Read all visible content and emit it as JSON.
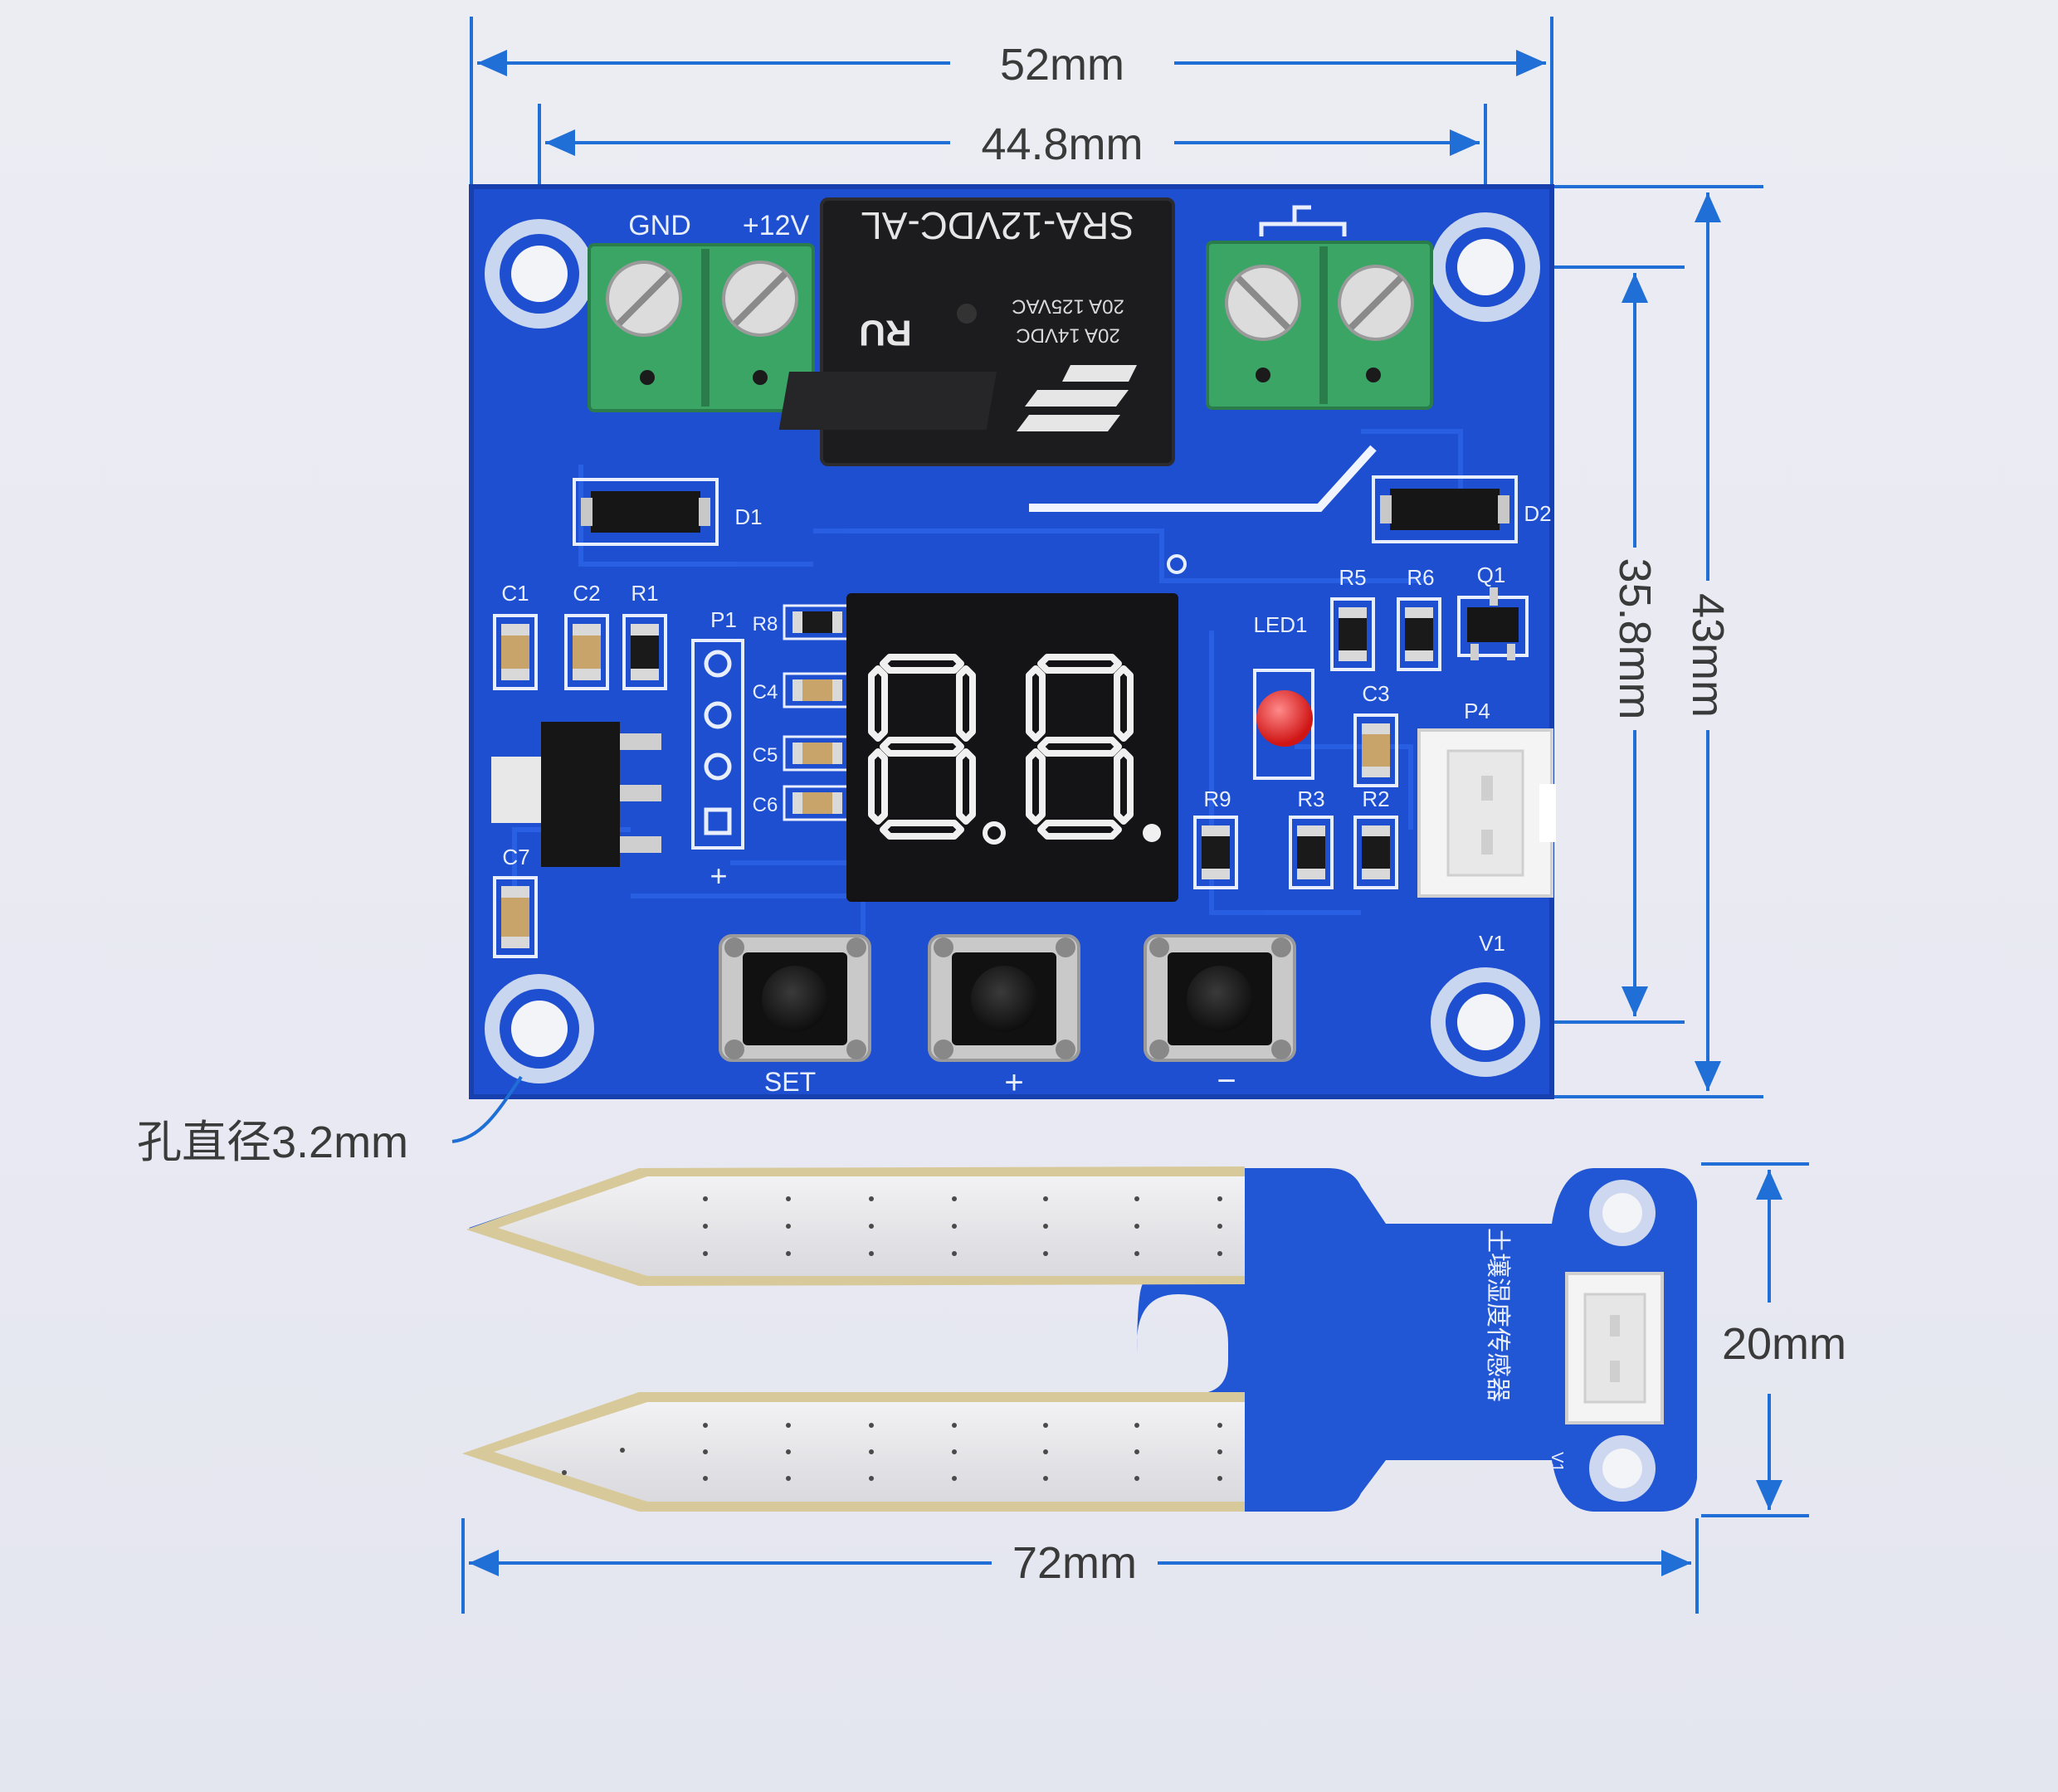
{
  "colors": {
    "background": "#e9eaf2",
    "dimension_line": "#1f6fd6",
    "pcb": "#1e4fd0",
    "pcb_dark": "#173fae",
    "terminal": "#3aa565",
    "relay": "#1c1c1e",
    "display_segment": "#f0f0f0",
    "led": "#e82222",
    "probe_pad": "#e8e8ea",
    "probe_edge": "#d8c99a"
  },
  "dimensions": {
    "board_width": "52mm",
    "hole_spacing_x": "44.8mm",
    "board_height": "43mm",
    "hole_spacing_y": "35.8mm",
    "hole_diameter": "孔直径3.2mm",
    "probe_length": "72mm",
    "probe_width": "20mm"
  },
  "board": {
    "terminal_left_labels": [
      "GND",
      "+12V"
    ],
    "relay_model": "SRA-12VDC-AL",
    "relay_rating_1": "20A 14VDC",
    "relay_rating_2": "20A 125VAC",
    "relay_logo": "RU",
    "diode_labels": [
      "D1",
      "D2"
    ],
    "component_labels": [
      "C1",
      "C2",
      "R1",
      "P1",
      "R8",
      "C4",
      "C5",
      "C6",
      "C7",
      "R5",
      "R6",
      "Q1",
      "LED1",
      "C3",
      "P4",
      "R9",
      "R3",
      "R2",
      "V1"
    ],
    "header_plus": "+",
    "display_value": "8.8.",
    "button_labels": [
      "SET",
      "+",
      "−"
    ]
  },
  "probe": {
    "label": "土壤湿度传感器",
    "pin_label": "V1"
  }
}
